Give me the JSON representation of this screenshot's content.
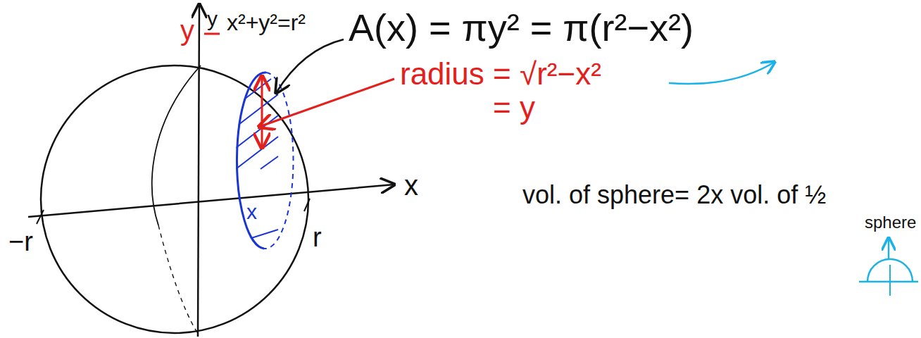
{
  "diagram": {
    "labels": [
      "y",
      "x²+y²=r²",
      "A(x) = πy² = π(r²−x²)",
      "y",
      "radius = √r²−x²",
      "= y",
      "x",
      "−r",
      "r",
      "x",
      "vol. of sphere= 2x vol. of ½",
      "sphere"
    ]
  }
}
